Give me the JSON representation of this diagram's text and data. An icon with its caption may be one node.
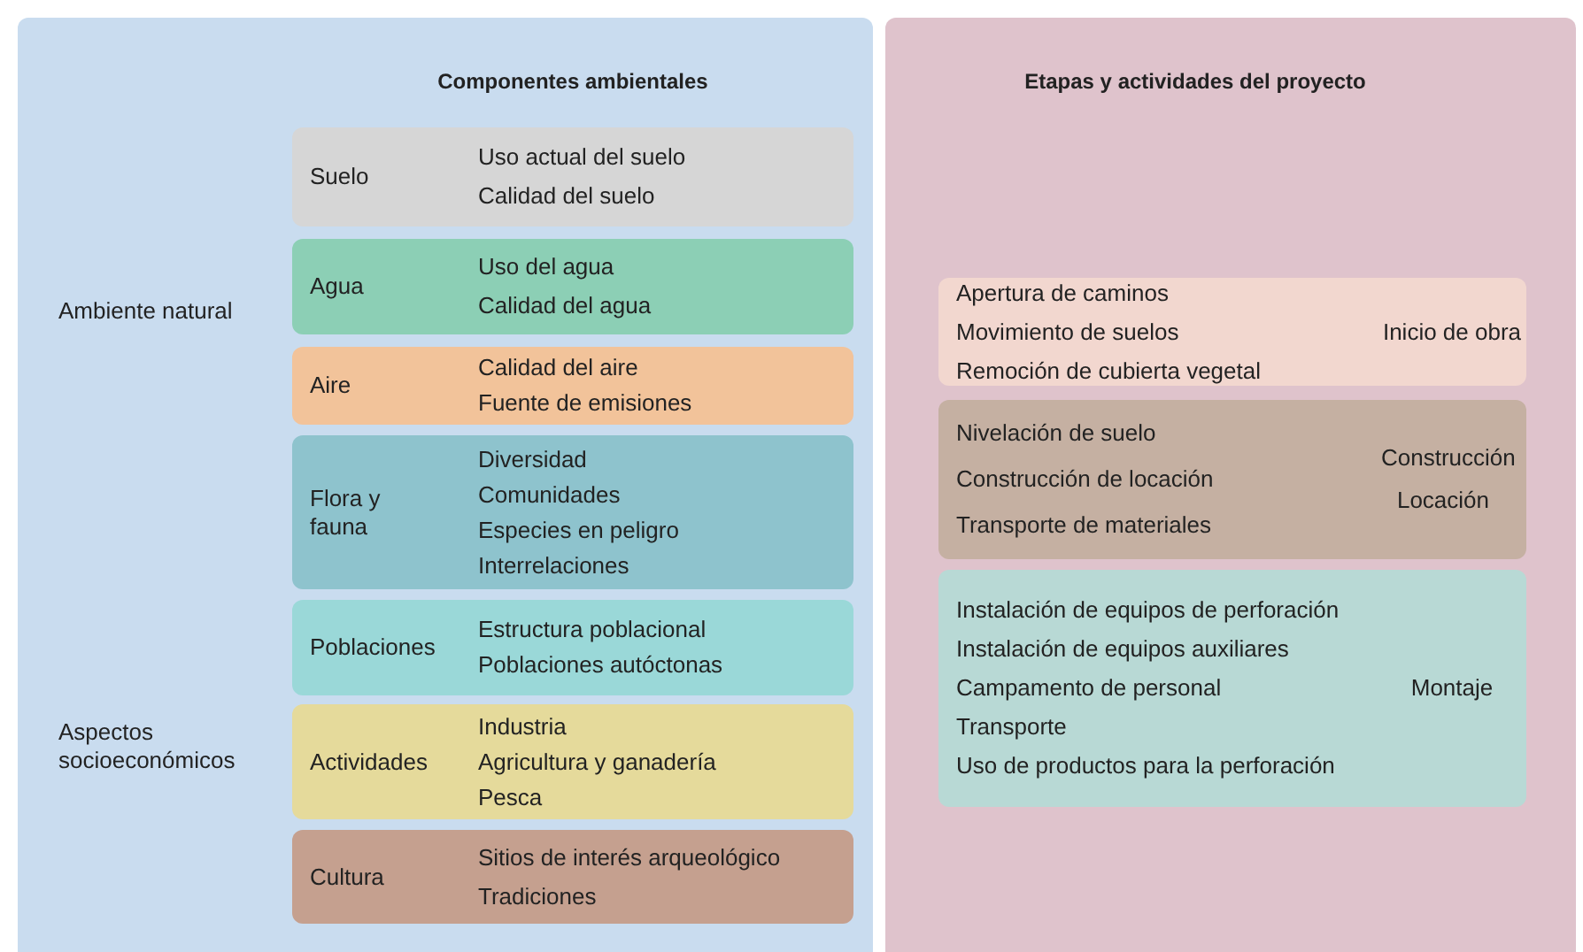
{
  "diagram": {
    "nodes": [
      {
        "text": [
          "Componentes ambientales"
        ]
      },
      {
        "text": [
          "Suelo",
          "Uso actual del suelo",
          "Calidad del suelo"
        ],
        "in": 0
      },
      {
        "text": [
          "Agua",
          "Uso del agua",
          "Calidad del agua"
        ],
        "in": 0
      },
      {
        "text": [
          "Aire",
          "Calidad del aire",
          "Fuente de emisiones"
        ],
        "in": 0
      },
      {
        "text": [
          "Flora y fauna",
          "Diversidad",
          "Comunidades",
          "Especies en peligro",
          "Interrelaciones"
        ],
        "in": 0
      },
      {
        "text": [
          "Poblaciones",
          "Estructura poblacional",
          "Poblaciones autóctonas"
        ],
        "in": 0
      },
      {
        "text": [
          "Actividades",
          "Industria",
          "Agricultura y ganadería",
          "Pesca"
        ],
        "in": 0
      },
      {
        "text": [
          "Cultura",
          "Sitios de interés arqueológico",
          "Tradiciones"
        ],
        "in": 0
      },
      {
        "text": [
          "Etapas y actividades del proyecto"
        ]
      },
      {
        "text": [
          "Apertura de caminos",
          "Movimiento de suelos",
          "Remoción de cubierta vegetal",
          "Inicio de obra"
        ],
        "in": 8
      },
      {
        "text": [
          "Nivelación de suelo",
          "Construcción de locación",
          "Transporte de materiales",
          "Construcción Locación"
        ],
        "in": 8
      },
      {
        "text": [
          "Instalación de equipos de perforación",
          "Instalación de equipos auxiliares",
          "Campamento de personal",
          "Transporte",
          "Uso de productos para la perforación",
          "Montaje"
        ],
        "in": 8
      }
    ],
    "labels": [
      "Ambiente natural",
      "Aspectos socioeconómicos"
    ]
  }
}
